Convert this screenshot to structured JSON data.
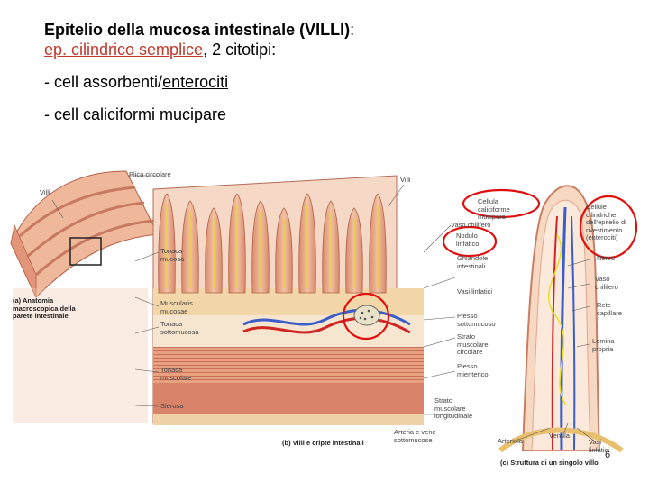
{
  "text": {
    "title_main": "Epitelio della mucosa intestinale (VILLI)",
    "title_colon": ":",
    "epithelium_type": "ep. cilindrico semplice",
    "cell_types_suffix": ", 2 citotipi:",
    "bullet1_prefix": "- cell assorbenti/",
    "bullet1_term": "enterociti",
    "bullet2": "- cell caliciformi mucipare"
  },
  "figure": {
    "caption_a": "(a) Anatomia macroscopica della parete intestinale",
    "caption_b": "(b) Villi e cripte intestinali",
    "caption_c": "(c) Struttura di un singolo villo",
    "page_number": "6",
    "labels": {
      "plica": "Plica circolare",
      "villi_a": "Villi",
      "tonaca_mucosa": "Tonaca mucosa",
      "muscularis": "Muscularis mucosae",
      "tonaca_sottomucosa": "Tonaca sottomucosa",
      "tonaca_muscolare": "Tonaca muscolare",
      "sierosa": "Sierosa",
      "villi_b": "Villi",
      "cellula_caliciforme": "Cellula caliciforme mucipara",
      "vaso_chilifero": "Vaso chilifero",
      "nodulo_linfatico": "Nodulo linfatico",
      "ghiandole": "Ghiandole intestinali",
      "vasi_linfatici": "Vasi linfatici",
      "plesso_sottomucoso": "Plesso sottomucoso",
      "strato_circolare": "Strato muscolare circolare",
      "plesso_mienterico": "Plesso mienterico",
      "strato_longitudinale": "Strato muscolare longitudinale",
      "arteria_vene": "Arteria e vene sottomucose",
      "cellule_cilindriche": "Cellule cilindriche dell'epitelio di rivestimento (enterociti)",
      "nervo": "Nervo",
      "vaso_chilifero_c": "Vaso chilifero",
      "rete_capillare": "Rete capillare",
      "lamina_propria": "Lamina propria",
      "arteriola": "Arteriola",
      "venula": "Venula",
      "vasi_linfatici_c": "Vasi linfatici"
    }
  },
  "colors": {
    "highlight_circle": "#e01010",
    "link_text": "#c0392b"
  }
}
